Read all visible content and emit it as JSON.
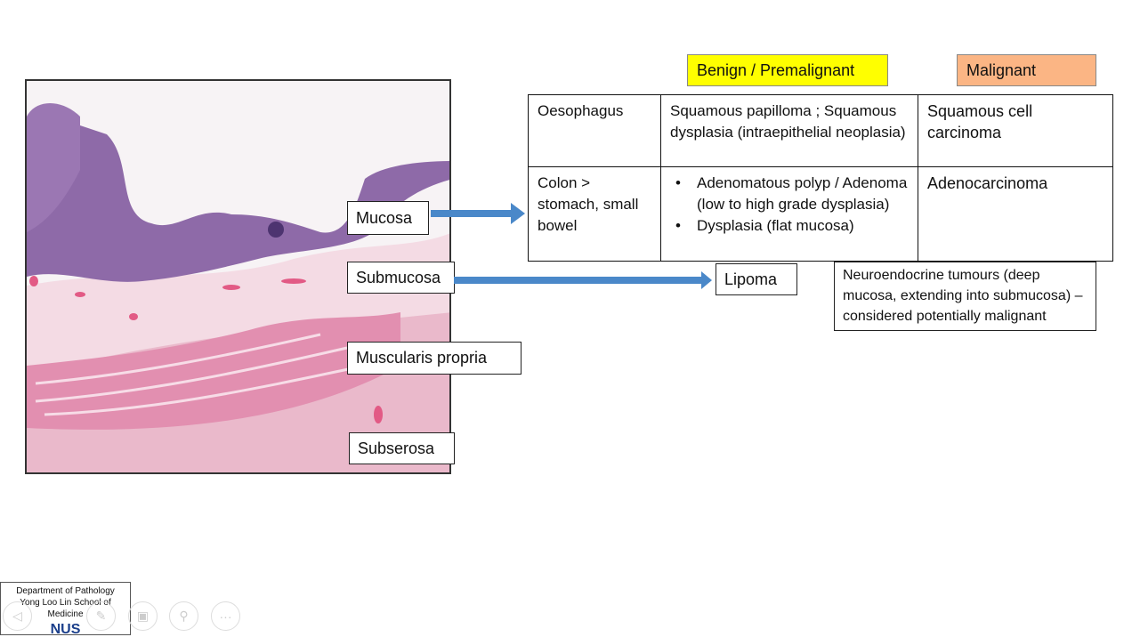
{
  "headers": {
    "benign": "Benign / Premalignant",
    "malignant": "Malignant",
    "benign_color": "#ffff00",
    "malignant_color": "#fbb584"
  },
  "layers": {
    "mucosa": "Mucosa",
    "submucosa": "Submucosa",
    "muscularis": "Muscularis propria",
    "subserosa": "Subserosa"
  },
  "table": {
    "rows": [
      {
        "site": "Oesophagus",
        "benign": "Squamous papilloma ; Squamous dysplasia (intraepithelial neoplasia)",
        "malignant": "Squamous cell carcinoma"
      },
      {
        "site": "Colon > stomach, small bowel",
        "benign_items": [
          "Adenomatous polyp / Adenoma (low to high grade dysplasia)",
          "Dysplasia (flat mucosa)"
        ],
        "malignant": "Adenocarcinoma"
      }
    ]
  },
  "lipoma": "Lipoma",
  "net_note": "Neuroendocrine tumours (deep mucosa, extending into submucosa) – considered potentially malignant",
  "footer": {
    "dept": "Department of Pathology",
    "school": "Yong Loo Lin School of Medicine",
    "logo": "NUS"
  },
  "controls": [
    "previous-icon",
    "pen-icon",
    "slides-icon",
    "zoom-icon",
    "more-icon"
  ]
}
